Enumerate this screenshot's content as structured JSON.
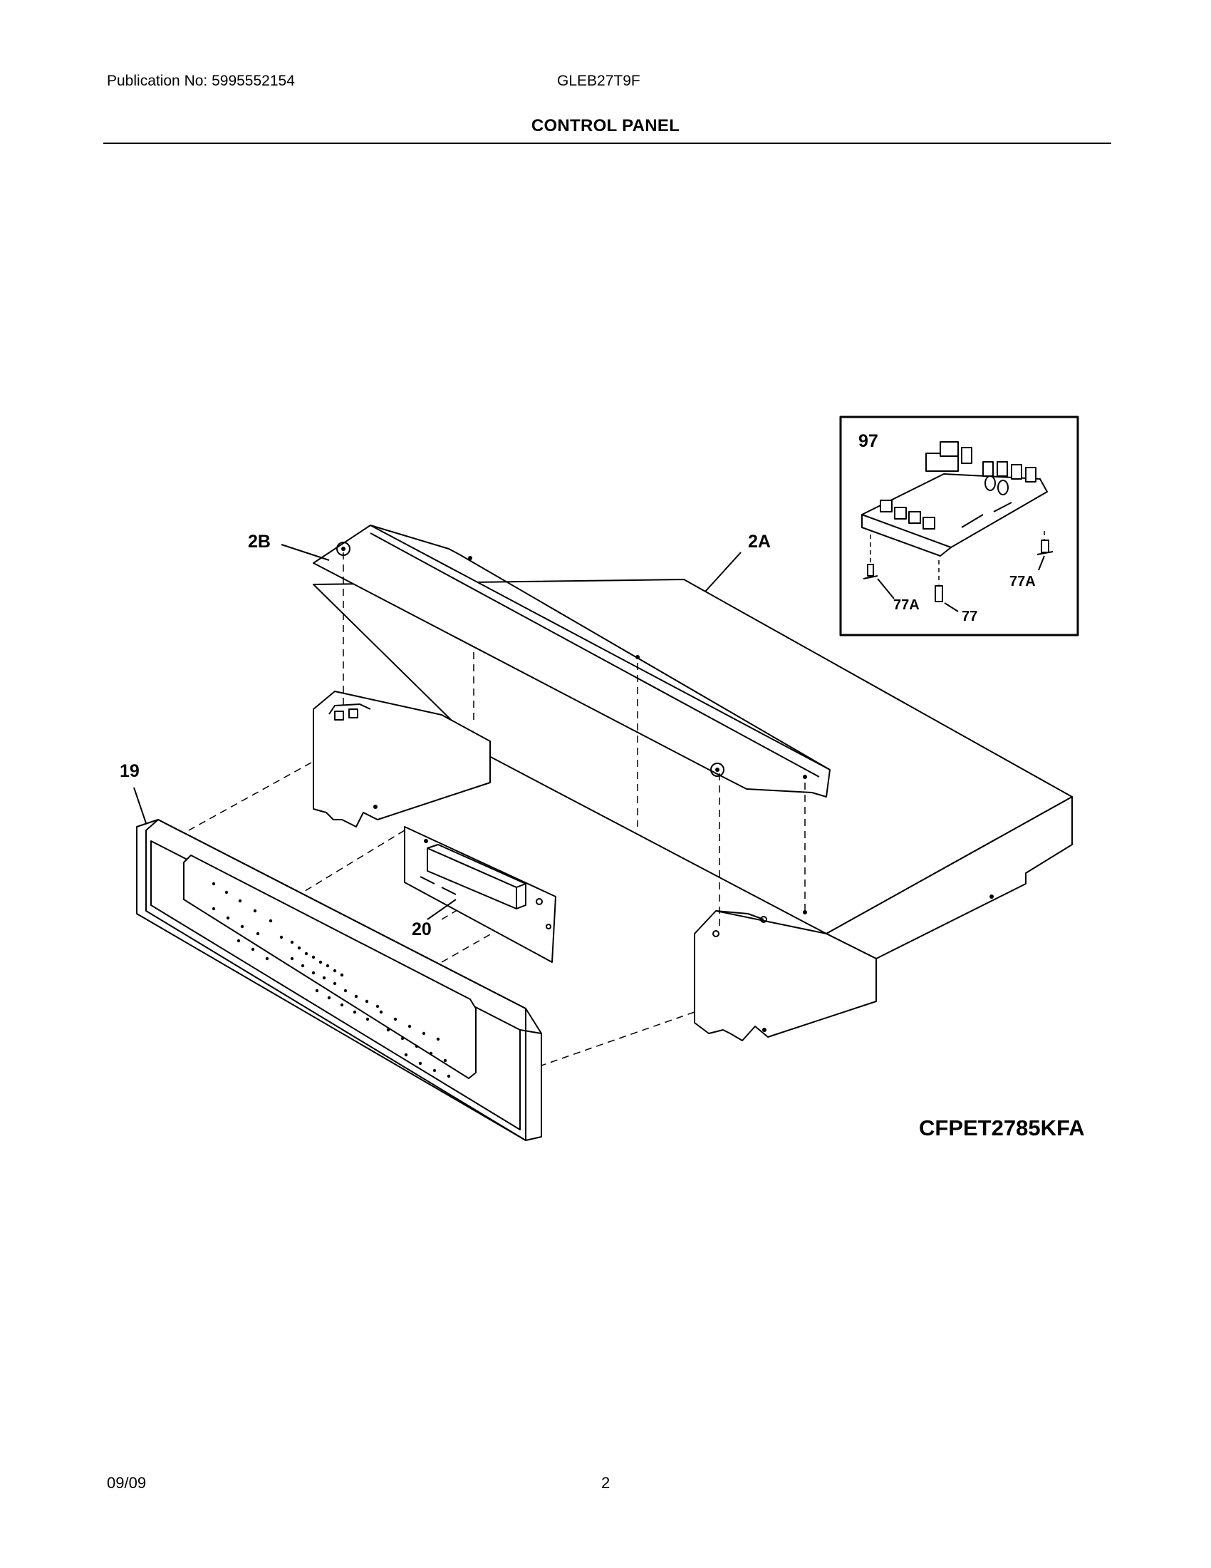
{
  "header": {
    "publication": "Publication No: 5995552154",
    "model": "GLEB27T9F"
  },
  "title": "CONTROL PANEL",
  "callouts": {
    "c_2B": "2B",
    "c_2A": "2A",
    "c_19": "19",
    "c_20": "20",
    "c_97": "97",
    "c_77A_left": "77A",
    "c_77A_right": "77A",
    "c_77": "77"
  },
  "diagram_code": "CFPET2785KFA",
  "footer": {
    "date": "09/09",
    "page": "2"
  }
}
